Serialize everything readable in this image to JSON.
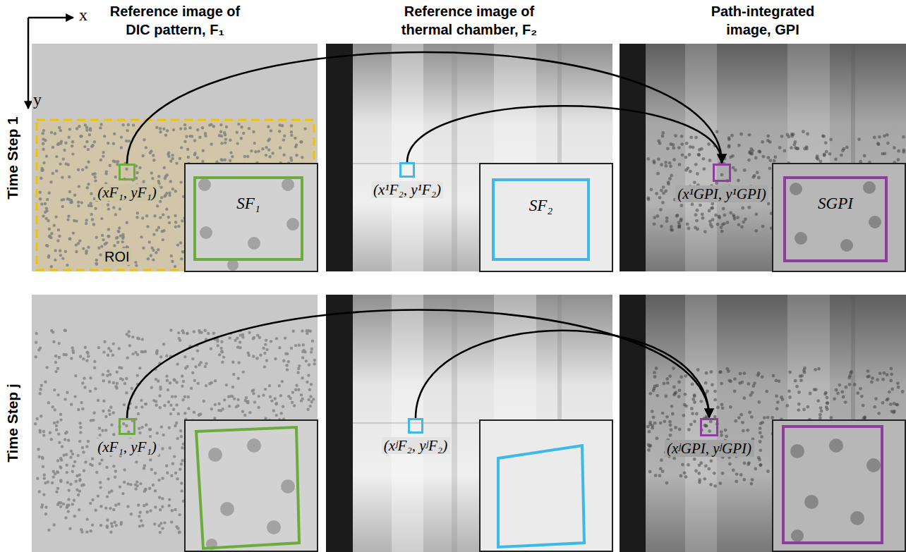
{
  "diagram": {
    "nodes": [
      {
        "text": [
          "(xF₁, yF₁)"
        ]
      },
      {
        "text": [
          "(x¹F₂, y¹F₂)"
        ]
      },
      {
        "text": [
          "(x¹GPI, y¹GPI)"
        ]
      },
      {
        "text": [
          "SF₁"
        ]
      },
      {
        "text": [
          "SF₂"
        ]
      },
      {
        "text": [
          "SGPI"
        ]
      },
      {
        "text": [
          "(xF₁, yF₁)"
        ]
      },
      {
        "text": [
          "(xʲF₂, yʲF₂)"
        ]
      },
      {
        "text": [
          "(xʲGPI, yʲGPI)"
        ]
      }
    ],
    "edges": [
      {
        "from": 0,
        "to": 2,
        "arrow": "to"
      },
      {
        "from": 1,
        "to": 2,
        "arrow": "to"
      },
      {
        "from": 6,
        "to": 8,
        "arrow": "to"
      },
      {
        "from": 7,
        "to": 8,
        "arrow": "to"
      }
    ],
    "labels": [
      "Reference image of DIC pattern, F₁",
      "Reference image of thermal chamber, F₂",
      "Path-integrated image, GPI",
      "x",
      "y",
      "ROI",
      "Time Step 1",
      "Time Step j"
    ]
  }
}
